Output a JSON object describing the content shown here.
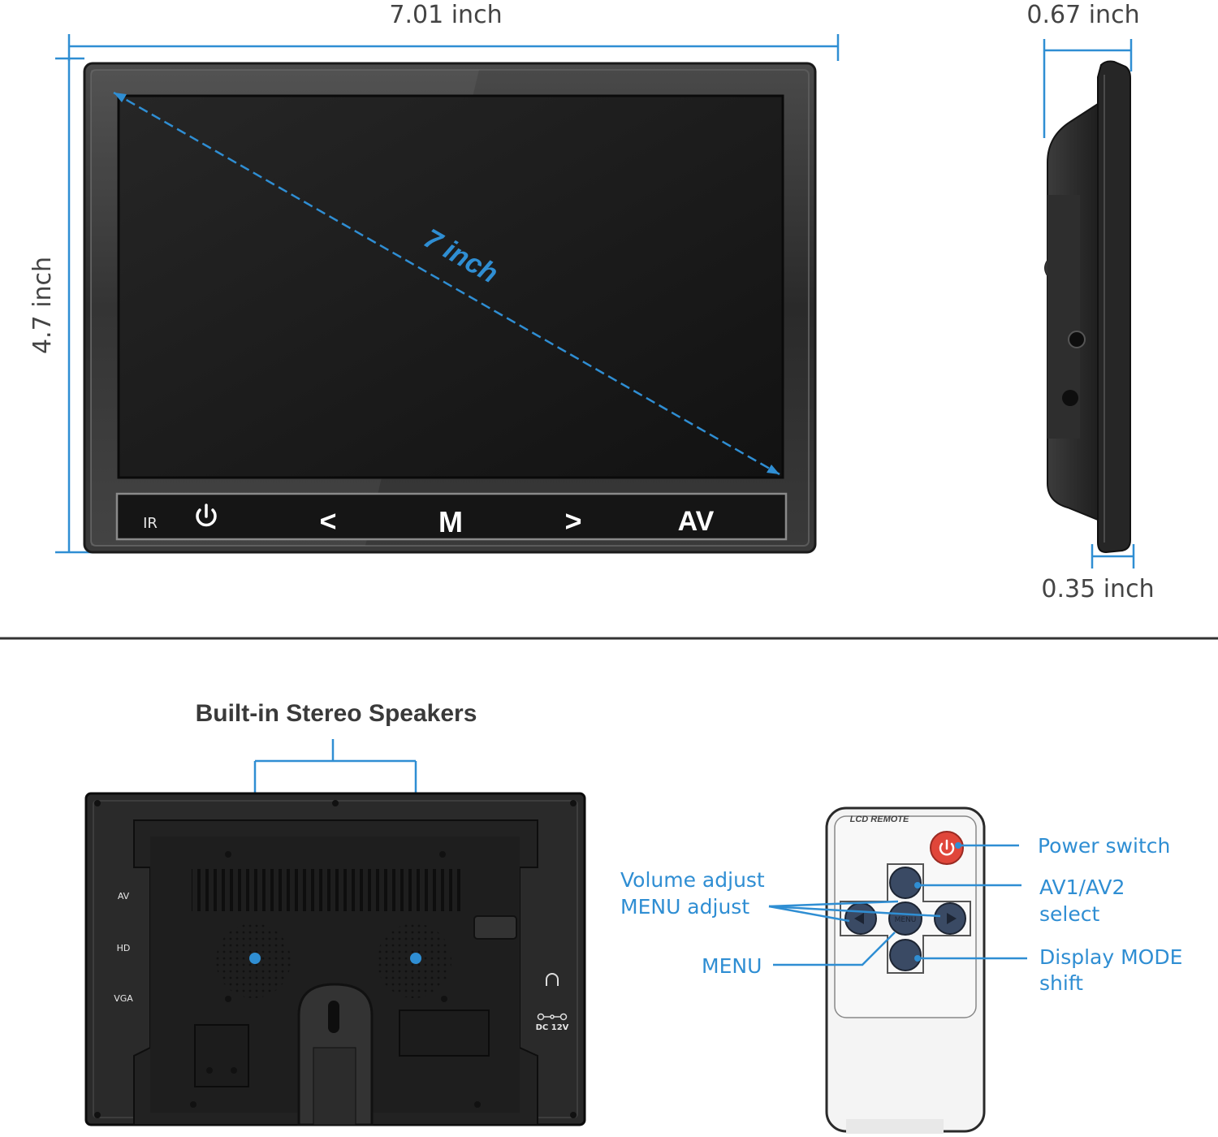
{
  "colors": {
    "accent": "#2f8ed3",
    "bezel": "#2b2b2b",
    "screen": "#161616",
    "divider": "#333333",
    "power_button": "#e0463a",
    "remote_body": "#f4f4f4"
  },
  "dimensions": {
    "width": "7.01 inch",
    "height": "4.7 inch",
    "diagonal": "7 inch",
    "depth": "0.67 inch",
    "thin_edge": "0.35 inch"
  },
  "front_panel": {
    "ir_label": "IR",
    "icons": [
      "power-icon"
    ],
    "keys": [
      "<",
      "M",
      ">",
      "AV"
    ]
  },
  "rear_panel": {
    "heading": "Built-in Stereo Speakers",
    "port_labels": [
      "AV",
      "HD",
      "VGA"
    ],
    "dc_label": "DC 12V",
    "icons": [
      "headphone-icon",
      "dc-polarity-icon"
    ]
  },
  "remote": {
    "brand_text": "LCD REMOTE",
    "center_button": "MENU",
    "icons": [
      "power-icon",
      "arrow-left-icon",
      "arrow-right-icon"
    ],
    "callouts": {
      "power": "Power switch",
      "av_line1": "AV1/AV2",
      "av_line2": "select",
      "mode_line1": "Display MODE",
      "mode_line2": "shift",
      "volume_line1": "Volume adjust",
      "volume_line2": "MENU adjust",
      "menu": "MENU"
    }
  }
}
